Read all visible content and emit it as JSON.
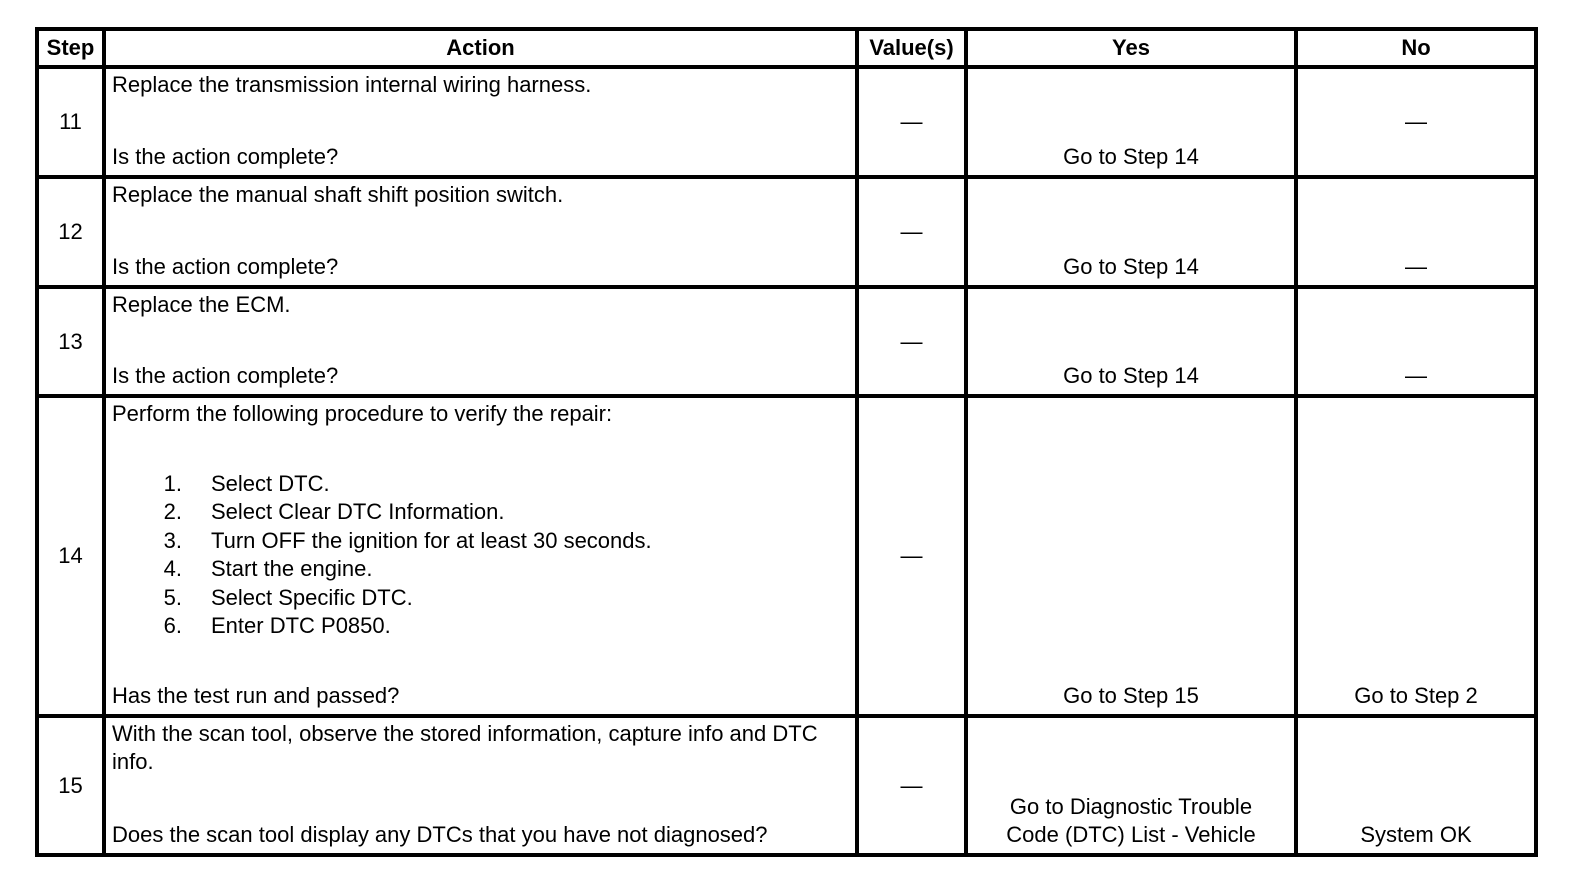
{
  "headers": {
    "step": "Step",
    "action": "Action",
    "values": "Value(s)",
    "yes": "Yes",
    "no": "No"
  },
  "rows": [
    {
      "step": "11",
      "action": "Replace the transmission internal wiring harness.",
      "question": "Is the action complete?",
      "value": "—",
      "yes": "Go to Step 14",
      "no": "—"
    },
    {
      "step": "12",
      "action": "Replace the manual shaft shift position switch.",
      "question": "Is the action complete?",
      "value": "—",
      "yes": "Go to Step 14",
      "no": "—"
    },
    {
      "step": "13",
      "action": "Replace the ECM.",
      "question": "Is the action complete?",
      "value": "—",
      "yes": "Go to Step 14",
      "no": "—"
    },
    {
      "step": "14",
      "action": "Perform the following procedure to verify the repair:",
      "procedure": [
        {
          "num": "1.",
          "text": "Select DTC."
        },
        {
          "num": "2.",
          "text": "Select Clear DTC Information."
        },
        {
          "num": "3.",
          "text": "Turn OFF the ignition for at least 30 seconds."
        },
        {
          "num": "4.",
          "text": "Start the engine."
        },
        {
          "num": "5.",
          "text": "Select Specific DTC."
        },
        {
          "num": "6.",
          "text": "Enter DTC P0850."
        }
      ],
      "question": "Has the test run and passed?",
      "value": "—",
      "yes": "Go to Step 15",
      "no": "Go to Step 2"
    },
    {
      "step": "15",
      "action": "With the scan tool, observe the stored information, capture info and DTC info.",
      "question": "Does the scan tool display any DTCs that you have not diagnosed?",
      "value": "—",
      "yes_line1": "Go to Diagnostic Trouble",
      "yes_line2": "Code (DTC) List - Vehicle",
      "no": "System OK"
    }
  ]
}
